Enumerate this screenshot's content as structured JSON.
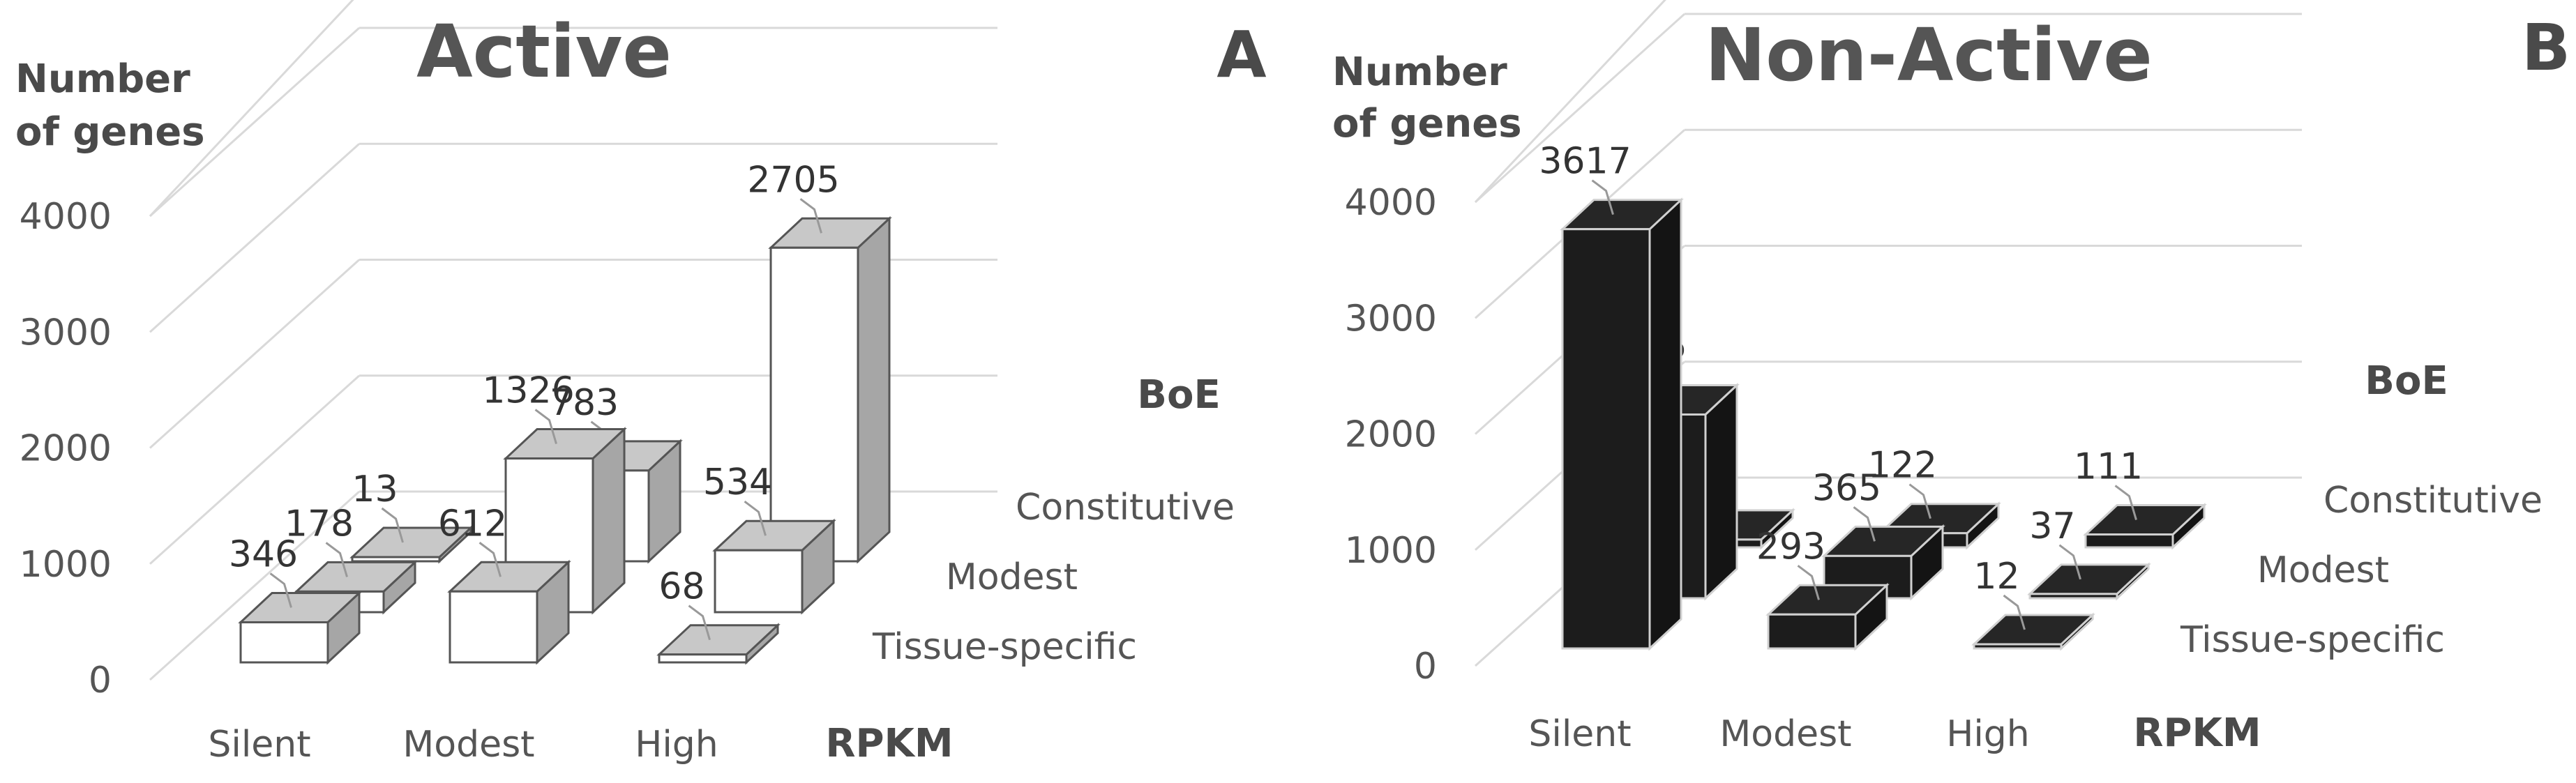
{
  "chart_data": [
    {
      "type": "bar3d",
      "panel_letter": "A",
      "title": "Active",
      "ylabel_line1": "Number",
      "ylabel_line2": "of genes",
      "xlabel": "RPKM",
      "zlabel": "BoE",
      "yticks": [
        "0",
        "1000",
        "2000",
        "3000",
        "4000"
      ],
      "ylim": [
        0,
        4000
      ],
      "categories": [
        "Silent",
        "Modest",
        "High"
      ],
      "series": [
        {
          "name": "Tissue-specific",
          "values": [
            346,
            612,
            68
          ]
        },
        {
          "name": "Modest",
          "values": [
            178,
            1326,
            534
          ]
        },
        {
          "name": "Constitutive",
          "values": [
            13,
            783,
            2705
          ]
        }
      ],
      "bar_colors": {
        "front": "#ffffff",
        "side": "#a6a6a6",
        "top": "#c8c8c8",
        "edge": "#555555"
      }
    },
    {
      "type": "bar3d",
      "panel_letter": "B",
      "title": "Non-Active",
      "ylabel_line1": "Number",
      "ylabel_line2": "of genes",
      "xlabel": "RPKM",
      "zlabel": "BoE",
      "yticks": [
        "0",
        "1000",
        "2000",
        "3000",
        "4000"
      ],
      "ylim": [
        0,
        4000
      ],
      "categories": [
        "Silent",
        "Modest",
        "High"
      ],
      "series": [
        {
          "name": "Tissue-specific",
          "values": [
            3617,
            293,
            12
          ]
        },
        {
          "name": "Modest",
          "values": [
            1585,
            365,
            37
          ]
        },
        {
          "name": "Constitutive",
          "values": [
            67,
            122,
            111
          ]
        }
      ],
      "bar_colors": {
        "front": "#1c1c1c",
        "side": "#141414",
        "top": "#262626",
        "edge": "#d0d0d0"
      }
    }
  ]
}
